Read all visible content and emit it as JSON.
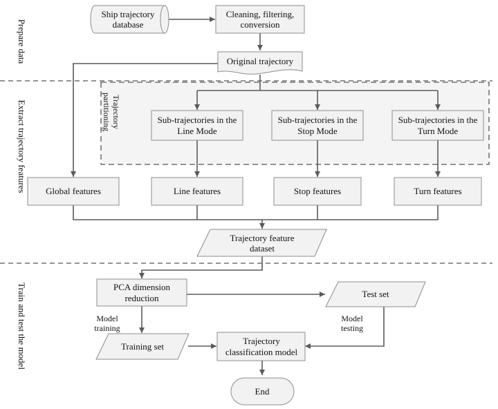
{
  "sections": {
    "prepare": "Prepare data",
    "extract": "Extract trajectory features",
    "train": "Train and test the model"
  },
  "region_label": {
    "line1": "Trajectory",
    "line2": "partitioning"
  },
  "nodes": {
    "db": {
      "line1": "Ship trajectory",
      "line2": "database"
    },
    "clean": {
      "line1": "Cleaning, filtering,",
      "line2": "conversion"
    },
    "orig": {
      "line1": "Original trajectory"
    },
    "sub_line": {
      "line1": "Sub-trajectories in the",
      "line2": "Line Mode"
    },
    "sub_stop": {
      "line1": "Sub-trajectories in the",
      "line2": "Stop Mode"
    },
    "sub_turn": {
      "line1": "Sub-trajectories in the",
      "line2": "Turn Mode"
    },
    "global": {
      "line1": "Global features"
    },
    "line_f": {
      "line1": "Line features"
    },
    "stop_f": {
      "line1": "Stop features"
    },
    "turn_f": {
      "line1": "Turn features"
    },
    "dataset": {
      "line1": "Trajectory feature",
      "line2": "dataset"
    },
    "pca": {
      "line1": "PCA dimension",
      "line2": "reduction"
    },
    "test": {
      "line1": "Test set"
    },
    "training": {
      "line1": "Training set"
    },
    "model": {
      "line1": "Trajectory",
      "line2": "classification model"
    },
    "end": {
      "line1": "End"
    }
  },
  "edge_labels": {
    "model_training": {
      "line1": "Model",
      "line2": "training"
    },
    "model_testing": {
      "line1": "Model",
      "line2": "testing"
    }
  }
}
